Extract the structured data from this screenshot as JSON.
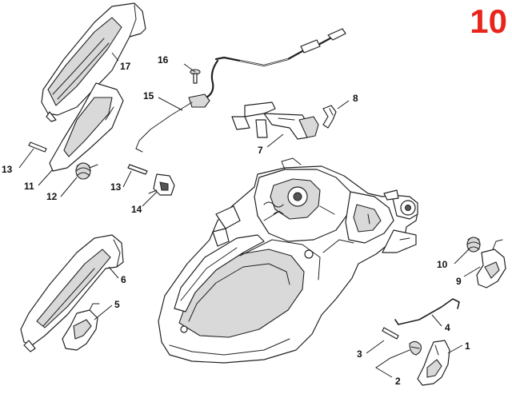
{
  "page_number": "10",
  "colors": {
    "page_number": "#e8241b",
    "line": "#222222",
    "shade": "#d9d9d9"
  },
  "callouts": {
    "c1": "1",
    "c2": "2",
    "c3": "3",
    "c4": "4",
    "c5": "5",
    "c6": "6",
    "c7": "7",
    "c8": "8",
    "c9": "9",
    "c10": "10",
    "c11": "11",
    "c12": "12",
    "c13a": "13",
    "c13b": "13",
    "c14": "14",
    "c15": "15",
    "c16": "16",
    "c17": "17"
  }
}
